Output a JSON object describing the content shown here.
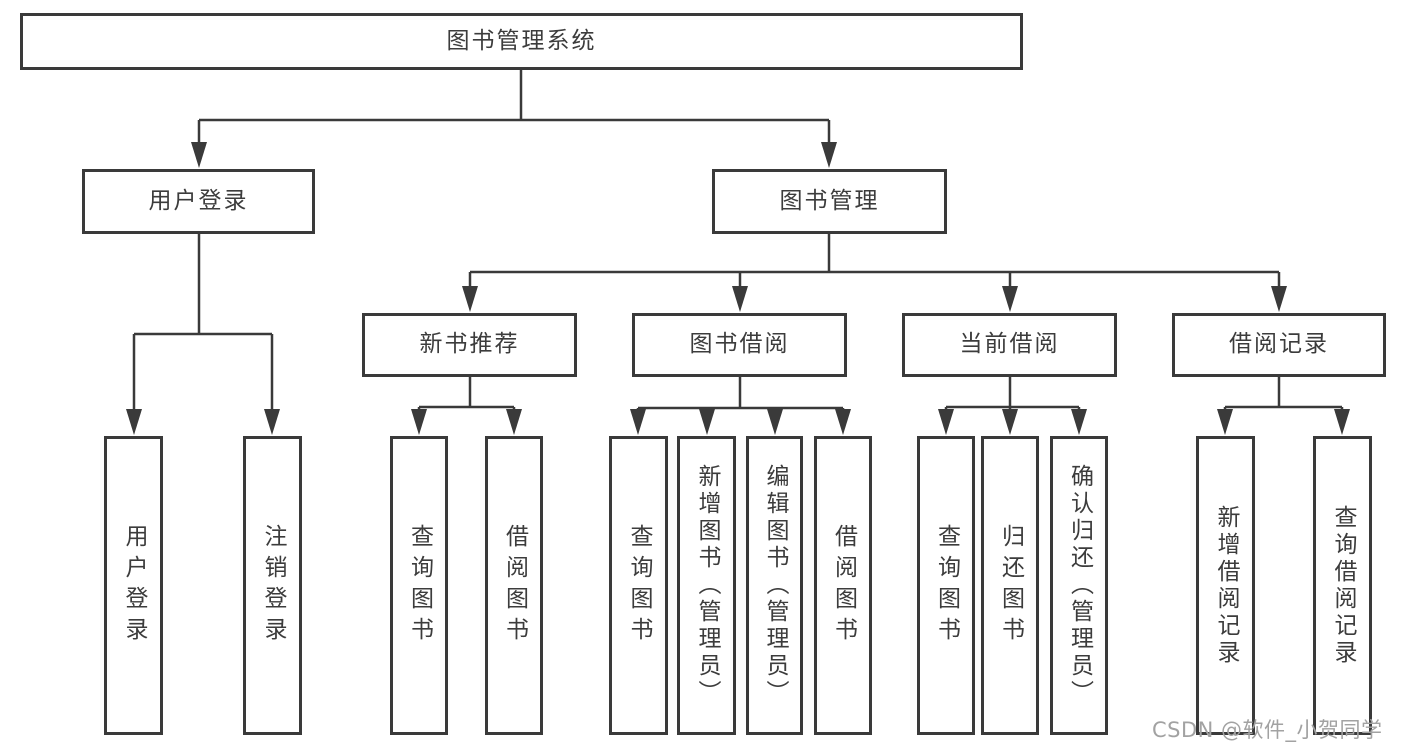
{
  "diagram_title": "图书管理系统",
  "tree": {
    "label": "图书管理系统",
    "children": [
      {
        "label": "用户登录",
        "children": [
          {
            "label": "用户登录"
          },
          {
            "label": "注销登录"
          }
        ]
      },
      {
        "label": "图书管理",
        "children": [
          {
            "label": "新书推荐",
            "children": [
              {
                "label": "查询图书"
              },
              {
                "label": "借阅图书"
              }
            ]
          },
          {
            "label": "图书借阅",
            "children": [
              {
                "label": "查询图书"
              },
              {
                "label": "新增图书（管理员）"
              },
              {
                "label": "编辑图书（管理员）"
              },
              {
                "label": "借阅图书"
              }
            ]
          },
          {
            "label": "当前借阅",
            "children": [
              {
                "label": "查询图书"
              },
              {
                "label": "归还图书"
              },
              {
                "label": "确认归还（管理员）"
              }
            ]
          },
          {
            "label": "借阅记录",
            "children": [
              {
                "label": "新增借阅记录"
              },
              {
                "label": "查询借阅记录"
              }
            ]
          }
        ]
      }
    ]
  },
  "watermark": {
    "text": "CSDN @软件_小贺同学"
  },
  "colors": {
    "line": "#3a3a3a",
    "text": "#3c3c3c",
    "watermark": "#a2a2a2",
    "background": "#ffffff"
  }
}
